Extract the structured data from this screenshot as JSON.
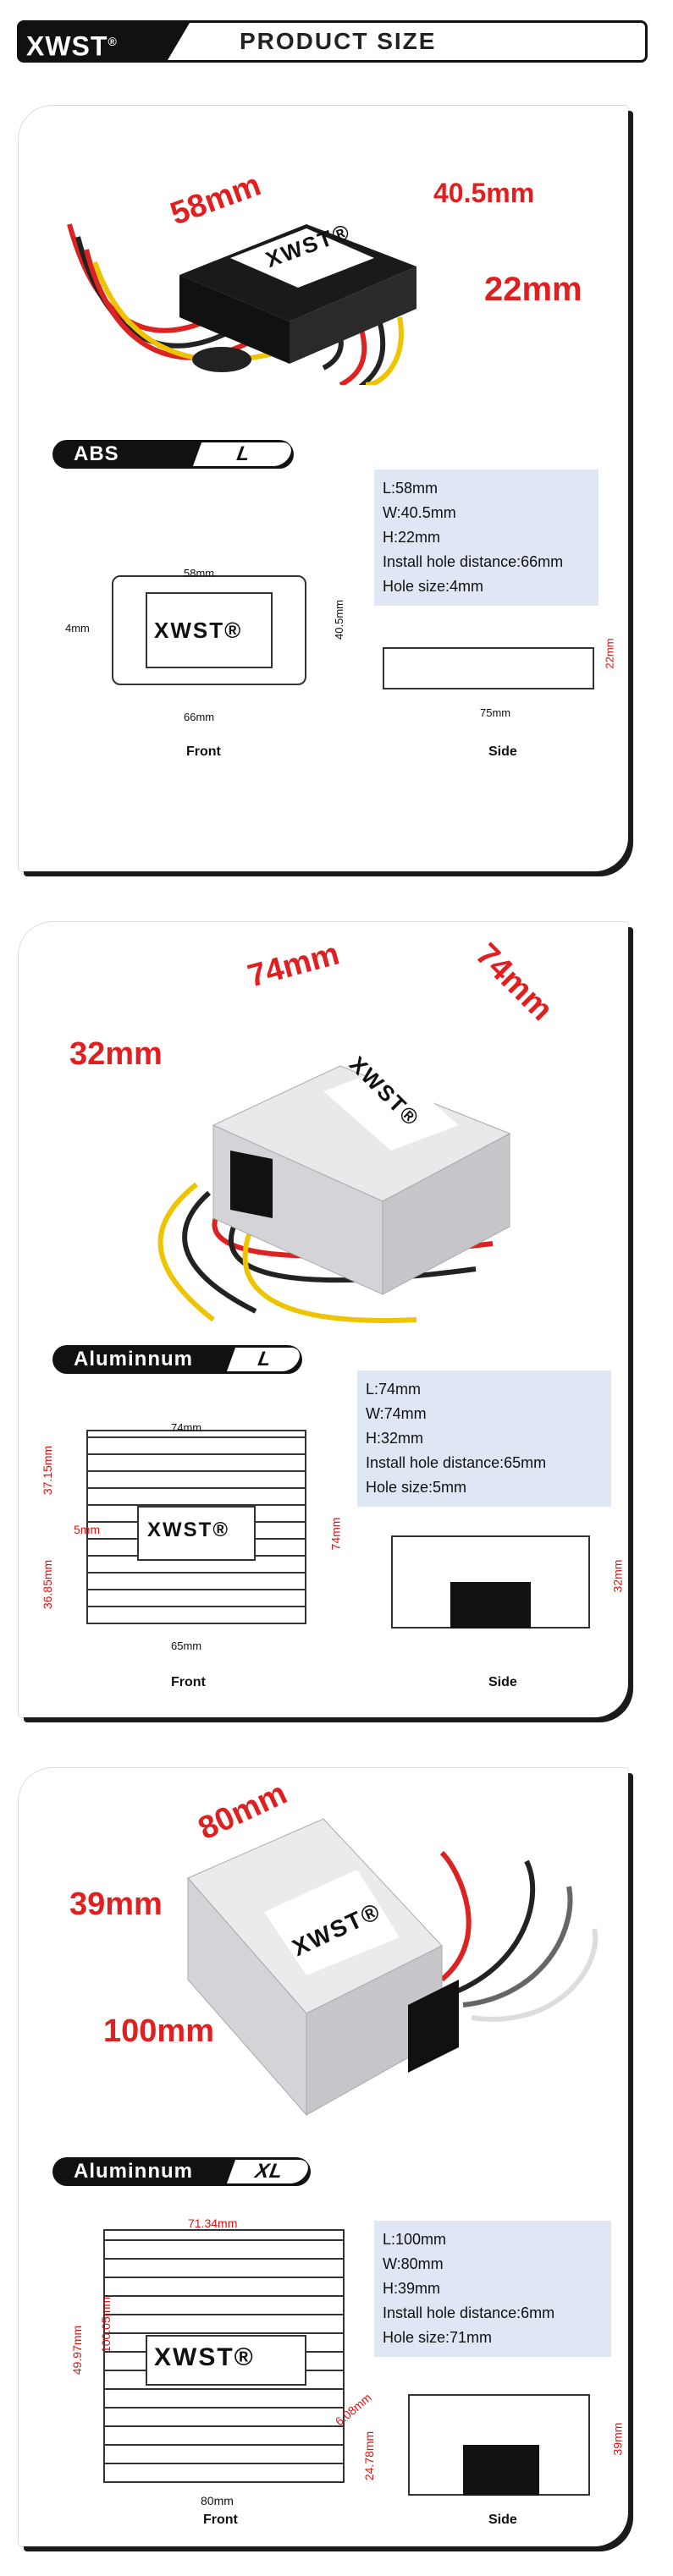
{
  "header": {
    "brand": "XWST",
    "brand_mark": "®",
    "title": "PRODUCT SIZE"
  },
  "panels": [
    {
      "dims": {
        "length": "58mm",
        "width": "40.5mm",
        "height": "22mm"
      },
      "material": "ABS",
      "size": "L",
      "logo": "XWST®",
      "specs": [
        "L:58mm",
        "W:40.5mm",
        "H:22mm",
        "Install hole distance:66mm",
        "Hole size:4mm"
      ],
      "drawing": {
        "top": "58mm",
        "bottom": "66mm",
        "hole": "4mm",
        "right": "40.5mm",
        "side_w": "75mm",
        "side_h": "22mm"
      },
      "front": "Front",
      "side": "Side"
    },
    {
      "dims": {
        "length": "74mm",
        "width": "74mm",
        "height": "32mm"
      },
      "material": "Aluminnum",
      "size": "L",
      "logo": "XWST®",
      "specs": [
        "L:74mm",
        "W:74mm",
        "H:32mm",
        "Install hole distance:65mm",
        "Hole size:5mm"
      ],
      "drawing": {
        "top": "74mm",
        "bottom": "65mm",
        "hole": "5mm",
        "left1": "37.15mm",
        "left2": "36.85mm",
        "right": "74mm",
        "side_h": "32mm"
      },
      "front": "Front",
      "side": "Side"
    },
    {
      "dims": {
        "length": "80mm",
        "width": "100mm",
        "height": "39mm"
      },
      "material": "Aluminnum",
      "size": "XL",
      "logo": "XWST®",
      "specs": [
        "L:100mm",
        "W:80mm",
        "H:39mm",
        "Install hole distance:6mm",
        "Hole size:71mm"
      ],
      "drawing": {
        "top": "71.34mm",
        "bottom": "80mm",
        "left1": "49.97mm",
        "left2": "100.05mm",
        "hole": "6.08mm",
        "right": "24.78mm",
        "side_h": "39mm"
      },
      "front": "Front",
      "side": "Side"
    }
  ]
}
